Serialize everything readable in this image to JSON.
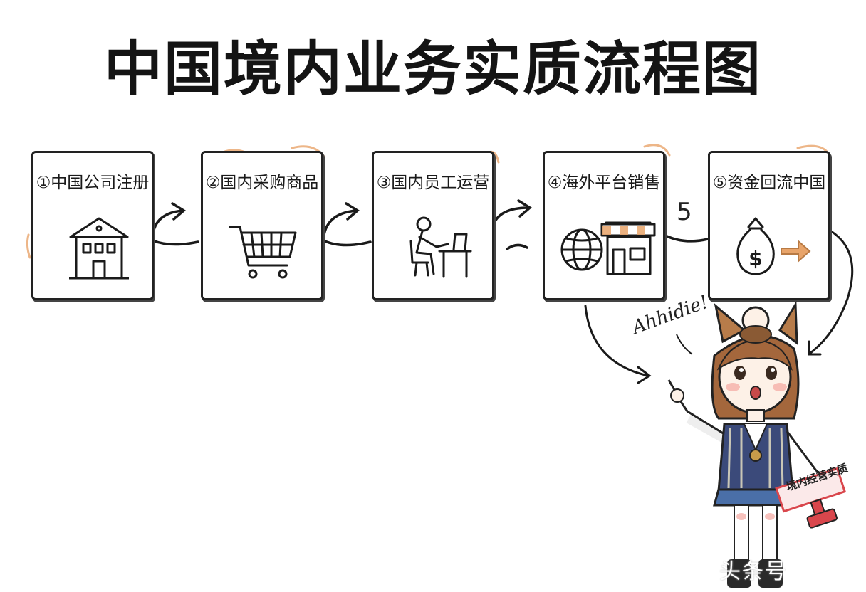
{
  "title": "中国境内业务实质流程图",
  "steps": [
    {
      "label": "①中国公司注册",
      "icon": "building-icon"
    },
    {
      "label": "②国内采购商品",
      "icon": "shopping-cart-icon"
    },
    {
      "label": "③国内员工运营",
      "icon": "office-worker-icon"
    },
    {
      "label": "④海外平台销售",
      "icon": "globe-shop-icon"
    },
    {
      "label": "⑤资金回流中国",
      "icon": "money-bag-arrow-icon"
    }
  ],
  "stray_mark": "5",
  "character": {
    "exclamation": "Ahhidie!",
    "sign_text": "境内经营实质"
  },
  "watermark": "头条号",
  "colors": {
    "ink": "#1a1a1a",
    "accent_orange": "#e8a46a",
    "stamp_red": "#d9464c"
  }
}
